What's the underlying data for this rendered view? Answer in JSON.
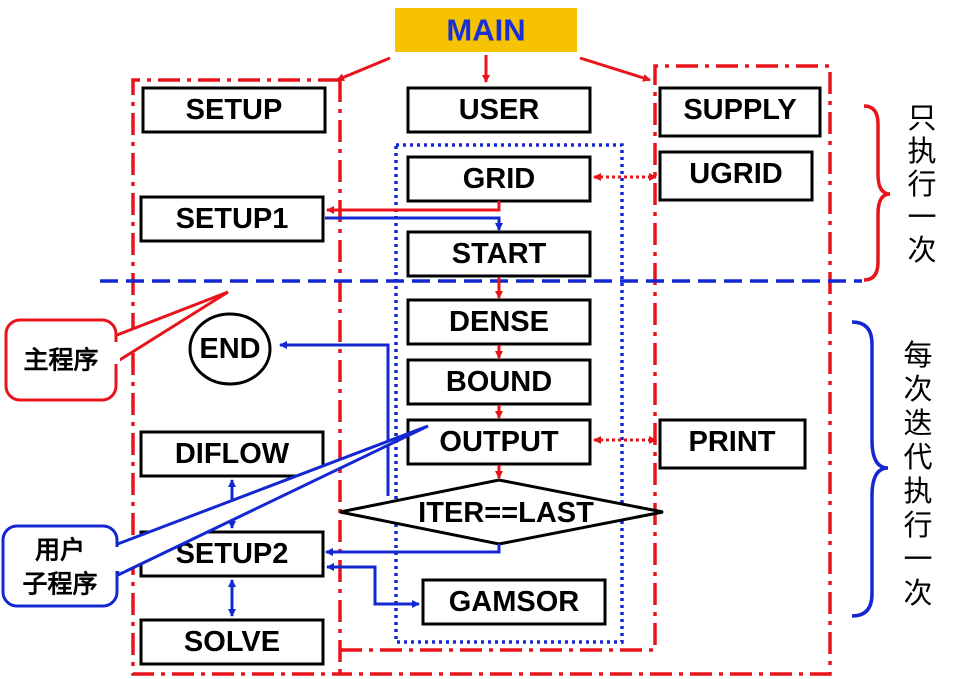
{
  "main": "MAIN",
  "boxes": {
    "setup": "SETUP",
    "setup1": "SETUP1",
    "user": "USER",
    "grid": "GRID",
    "start": "START",
    "dense": "DENSE",
    "bound": "BOUND",
    "output": "OUTPUT",
    "iter": "ITER==LAST",
    "gamsor": "GAMSOR",
    "supply": "SUPPLY",
    "ugrid": "UGRID",
    "print": "PRINT",
    "end": "END",
    "diflow": "DIFLOW",
    "setup2": "SETUP2",
    "solve": "SOLVE"
  },
  "side_labels": {
    "once": [
      "只",
      "执",
      "行",
      "一",
      "次"
    ],
    "every": [
      "每",
      "次",
      "迭",
      "代",
      "执",
      "行",
      "一",
      "次"
    ]
  },
  "callouts": {
    "main_program": "主程序",
    "user_sub_line1": "用户",
    "user_sub_line2": "子程序"
  },
  "colors": {
    "main_bg": "#f7c300",
    "main_text": "#1a2fd6",
    "red": "#e8141c",
    "blue": "#1428d2"
  }
}
